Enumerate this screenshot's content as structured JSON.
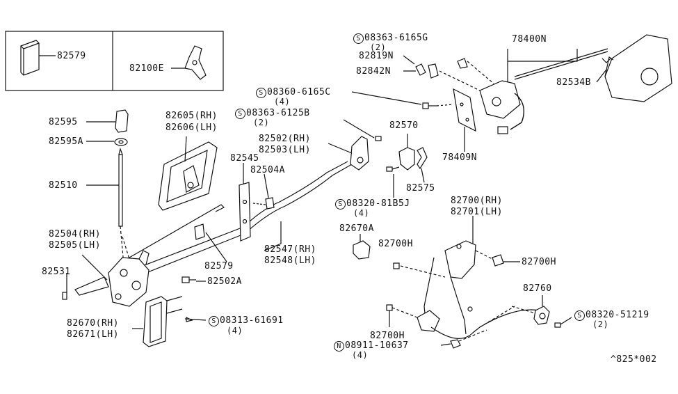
{
  "diagram_id": "^825*002",
  "labels": {
    "p82579_box": "82579",
    "p82100E": "82100E",
    "p82595": "82595",
    "p82595A": "82595A",
    "p82510": "82510",
    "p82605": "82605(RH)",
    "p82606": "82606(LH)",
    "p82545": "82545",
    "p82504A": "82504A",
    "p82504": "82504(RH)",
    "p82505": "82505(LH)",
    "p82531": "82531",
    "p82579": "82579",
    "p82502A": "82502A",
    "p82670": "82670(RH)",
    "p82671": "82671(LH)",
    "s08313": "08313-61691",
    "s08313_qty": "(4)",
    "s08363b": "08363-6165G",
    "s08363b_qty": "(2)",
    "p82819N": "82819N",
    "p82842N": "82842N",
    "s08360": "08360-6165C",
    "s08360_qty": "(4)",
    "s08363a": "08363-6125B",
    "s08363a_qty": "(2)",
    "p82502": "82502(RH)",
    "p82503": "82503(LH)",
    "p82570": "82570",
    "p82575": "82575",
    "s08320a": "08320-81B5J",
    "s08320a_qty": "(4)",
    "p82547": "82547(RH)",
    "p82548": "82548(LH)",
    "p82670A": "82670A",
    "p82700H_a": "82700H",
    "p82700H_b": "82700H",
    "p82700H_c": "82700H",
    "p82700": "82700(RH)",
    "p82701": "82701(LH)",
    "p78400N": "78400N",
    "p82534B": "82534B",
    "p78409N": "78409N",
    "p82760": "82760",
    "s08320b": "08320-51219",
    "s08320b_qty": "(2)",
    "n08911": "08911-10637",
    "n08911_qty": "(4)"
  },
  "symbols": {
    "screw": "S",
    "nut": "N"
  },
  "colors": {
    "line": "#111111",
    "background": "#ffffff"
  }
}
